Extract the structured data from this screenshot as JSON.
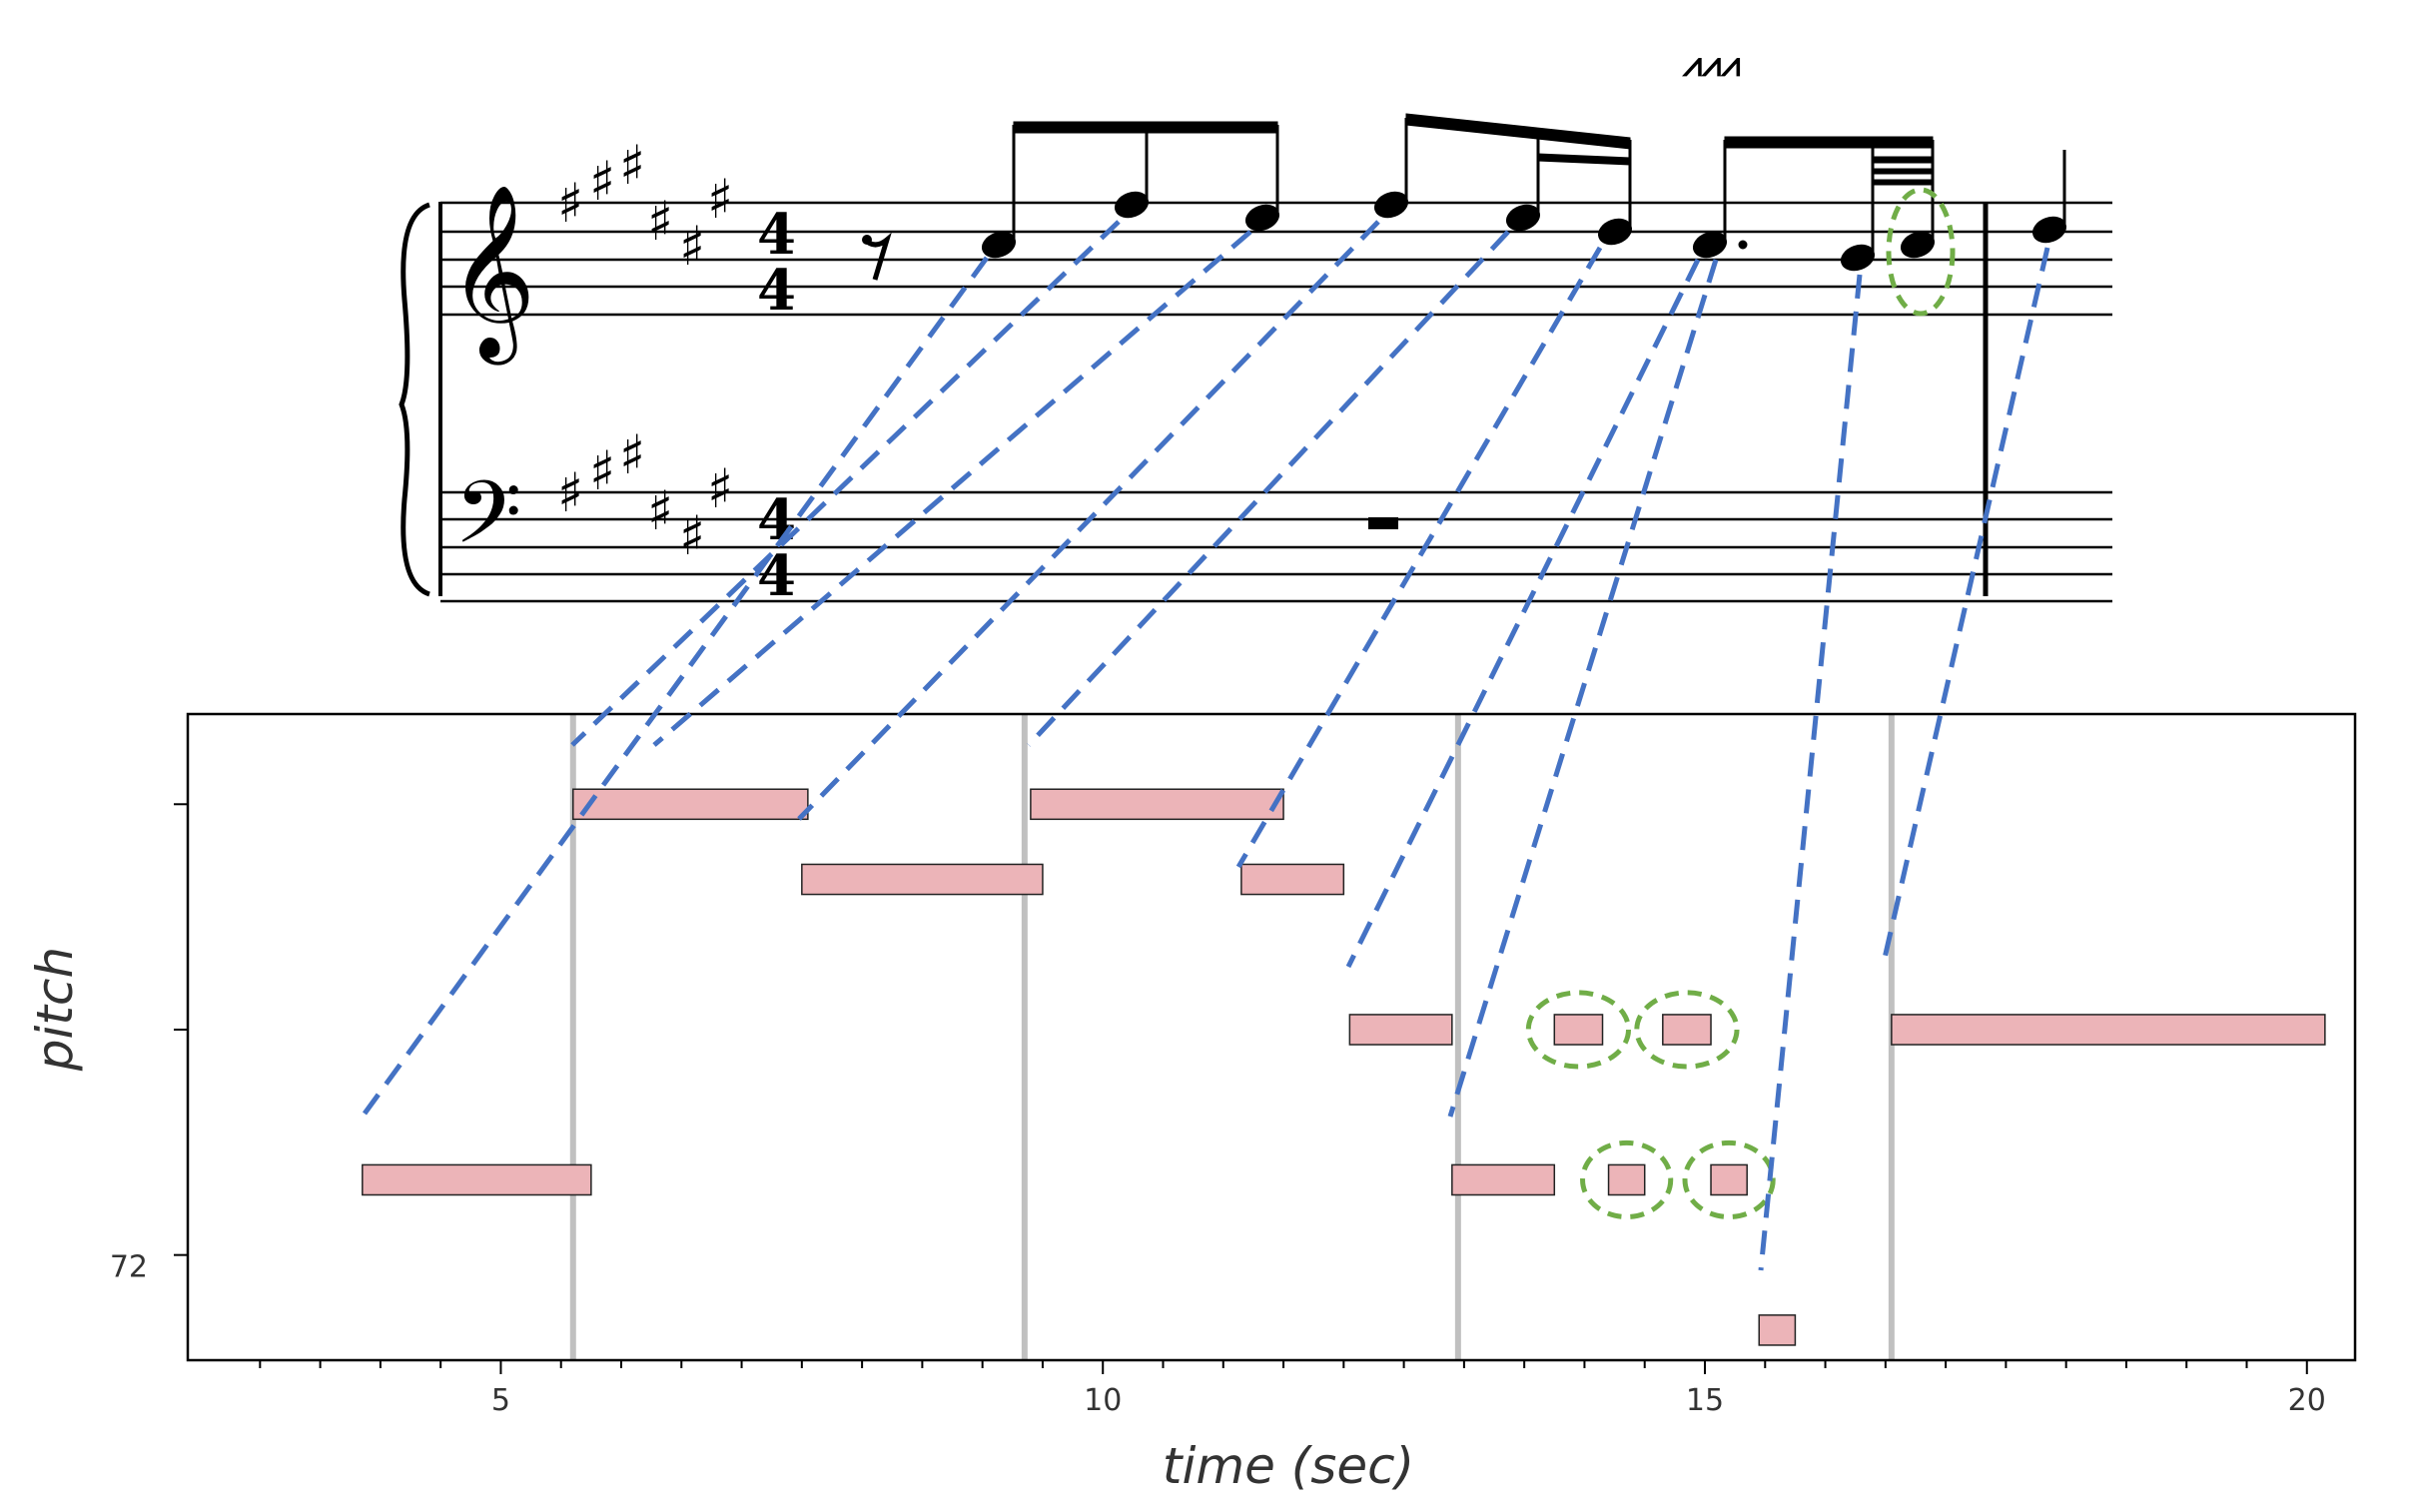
{
  "chart_data": {
    "type": "bar",
    "subtype": "piano-roll",
    "xlabel": "time (sec)",
    "ylabel": "pitch",
    "xlim": [
      2.4,
      20.4
    ],
    "ylim": [
      70.6,
      79.2
    ],
    "x_ticks": [
      5,
      10,
      15,
      20
    ],
    "x_tick_labels": [
      "5",
      "10",
      "15",
      "20"
    ],
    "y_ticks": [
      72,
      75,
      78
    ],
    "y_tick_labels": [
      "72",
      "",
      ""
    ],
    "grid": false,
    "notes": [
      {
        "start": 3.85,
        "end": 5.75,
        "pitch": 73
      },
      {
        "start": 5.6,
        "end": 7.55,
        "pitch": 78
      },
      {
        "start": 7.5,
        "end": 9.5,
        "pitch": 77
      },
      {
        "start": 9.4,
        "end": 11.5,
        "pitch": 78
      },
      {
        "start": 11.15,
        "end": 12.0,
        "pitch": 77
      },
      {
        "start": 12.05,
        "end": 12.9,
        "pitch": 75
      },
      {
        "start": 12.9,
        "end": 13.75,
        "pitch": 73
      },
      {
        "start": 13.75,
        "end": 14.15,
        "pitch": 75,
        "ornament": true
      },
      {
        "start": 14.2,
        "end": 14.5,
        "pitch": 73,
        "ornament": true
      },
      {
        "start": 14.65,
        "end": 15.05,
        "pitch": 75,
        "ornament": true
      },
      {
        "start": 15.05,
        "end": 15.35,
        "pitch": 73,
        "ornament": true
      },
      {
        "start": 15.45,
        "end": 15.75,
        "pitch": 71
      },
      {
        "start": 16.55,
        "end": 20.15,
        "pitch": 75
      }
    ],
    "measure_lines": [
      5.6,
      9.35,
      12.95,
      16.55
    ],
    "colors": {
      "note_fill": "#ecb4b8",
      "note_edge": "#222222",
      "measure_line": "#c0c0c0",
      "alignment_line": "#4472c4",
      "ornament_circle": "#70ad47"
    }
  },
  "score": {
    "treble_clef": "𝄞",
    "bass_clef": "𝄢",
    "key_signature": "♯♯♯♯♯♯",
    "time_signature": [
      "4",
      "4"
    ],
    "trill_mark": "⩘⩘⩘"
  }
}
